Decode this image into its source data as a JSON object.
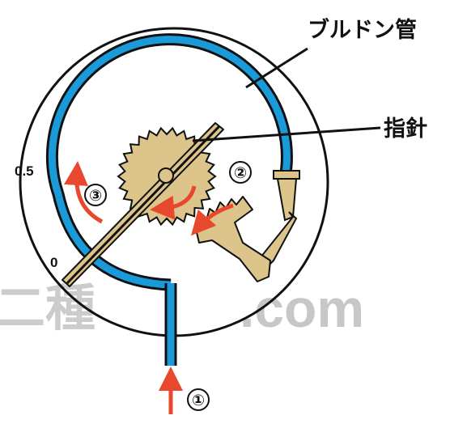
{
  "labels": {
    "bourdon_tube": "ブルドン管",
    "pointer": "指針",
    "scale_05": "0.5",
    "scale_0": "0"
  },
  "steps": {
    "step1": "①",
    "step2": "②",
    "step3": "③"
  },
  "watermark": {
    "jp": "二種",
    "latin": ".com"
  },
  "colors": {
    "tube": "#1a9ad9",
    "gear": "#dcc48a",
    "arrow": "#e8482e",
    "outline": "#111111",
    "watermark": "#9a9a9a"
  }
}
